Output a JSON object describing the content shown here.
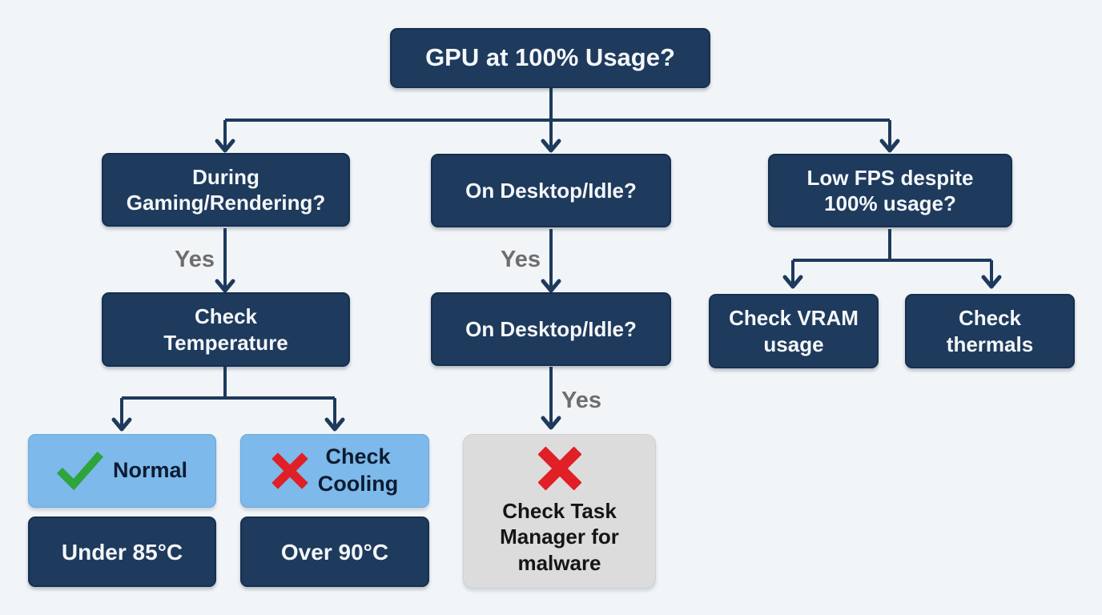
{
  "flowchart": {
    "title": "GPU at 100% Usage troubleshooting flowchart",
    "colors": {
      "background": "#f2f5f8",
      "node_navy": "#1e3a5c",
      "node_light_blue": "#7db9ea",
      "node_gray": "#dcdcdc",
      "connector": "#1e3a5c",
      "edge_label_gray": "#6e6e6e",
      "check_green": "#2fa43c",
      "cross_red": "#e01f26",
      "text_light": "#f4f7fa",
      "text_dark": "#0d1b31"
    },
    "nodes": {
      "root": {
        "label": "GPU at 100% Usage?"
      },
      "during_gaming": {
        "label": "During\nGaming/Rendering?"
      },
      "on_desktop_idle_1": {
        "label": "On Desktop/Idle?"
      },
      "low_fps": {
        "label": "Low FPS despite\n100% usage?"
      },
      "check_temperature": {
        "label": "Check\nTemperature"
      },
      "on_desktop_idle_2": {
        "label": "On Desktop/Idle?"
      },
      "check_vram": {
        "label": "Check VRAM\nusage"
      },
      "check_thermals": {
        "label": "Check\nthermals"
      },
      "normal": {
        "label": "Normal",
        "icon": "check-icon"
      },
      "check_cooling": {
        "label": "Check\nCooling",
        "icon": "x-icon"
      },
      "under_85": {
        "label": "Under 85°C"
      },
      "over_90": {
        "label": "Over 90°C"
      },
      "task_manager": {
        "label": "Check Task\nManager for\nmalware",
        "icon": "x-icon"
      }
    },
    "edge_labels": {
      "gaming_yes": "Yes",
      "desktop_yes_1": "Yes",
      "desktop_yes_2": "Yes"
    }
  }
}
